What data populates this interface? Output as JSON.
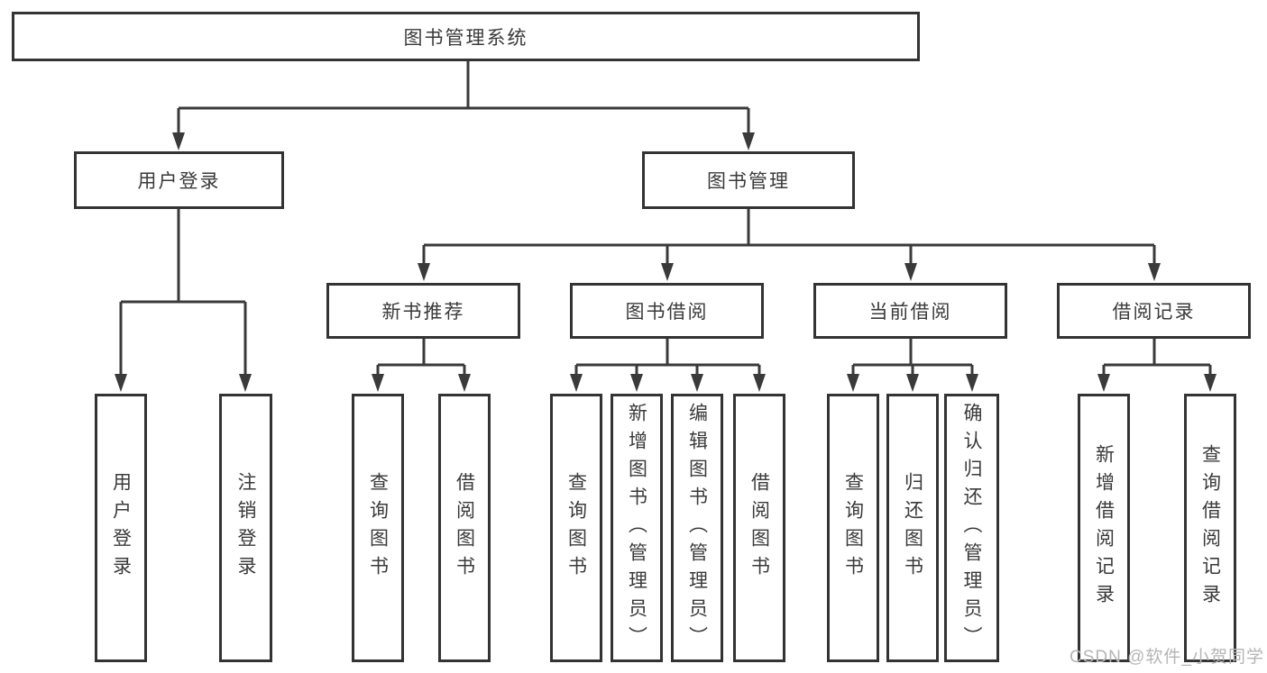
{
  "diagram_title": "图书管理系统",
  "nodes": {
    "root": {
      "label": "图书管理系统"
    },
    "user_login": {
      "label": "用户登录"
    },
    "book_mgmt": {
      "label": "图书管理"
    },
    "new_book_rec": {
      "label": "新书推荐"
    },
    "book_borrow": {
      "label": "图书借阅"
    },
    "current_borrow": {
      "label": "当前借阅"
    },
    "borrow_records": {
      "label": "借阅记录"
    },
    "leaf_user_login": {
      "label": "用户登录"
    },
    "leaf_logout": {
      "label": "注销登录"
    },
    "leaf_rec_query_books": {
      "label": "查询图书"
    },
    "leaf_rec_borrow_books": {
      "label": "借阅图书"
    },
    "leaf_bb_query_books": {
      "label": "查询图书"
    },
    "leaf_bb_add_books": {
      "label": "新增图书（管理员）"
    },
    "leaf_bb_edit_books": {
      "label": "编辑图书（管理员）"
    },
    "leaf_bb_borrow_books": {
      "label": "借阅图书"
    },
    "leaf_cb_query_books": {
      "label": "查询图书"
    },
    "leaf_cb_return_books": {
      "label": "归还图书"
    },
    "leaf_cb_confirm_return": {
      "label": "确认归还（管理员）"
    },
    "leaf_br_add_record": {
      "label": "新增借阅记录"
    },
    "leaf_br_query_record": {
      "label": "查询借阅记录"
    }
  },
  "hierarchy": {
    "root": [
      "user_login",
      "book_mgmt"
    ],
    "user_login": [
      "leaf_user_login",
      "leaf_logout"
    ],
    "book_mgmt": [
      "new_book_rec",
      "book_borrow",
      "current_borrow",
      "borrow_records"
    ],
    "new_book_rec": [
      "leaf_rec_query_books",
      "leaf_rec_borrow_books"
    ],
    "book_borrow": [
      "leaf_bb_query_books",
      "leaf_bb_add_books",
      "leaf_bb_edit_books",
      "leaf_bb_borrow_books"
    ],
    "current_borrow": [
      "leaf_cb_query_books",
      "leaf_cb_return_books",
      "leaf_cb_confirm_return"
    ],
    "borrow_records": [
      "leaf_br_add_record",
      "leaf_br_query_record"
    ]
  },
  "watermark": {
    "text": "CSDN @软件_小贺同学"
  },
  "colors": {
    "background": "#ffffff",
    "box_border": "#333333",
    "connector_line": "#3a3a3a",
    "text": "#3a3a3a",
    "watermark": "#b5b5b5"
  }
}
